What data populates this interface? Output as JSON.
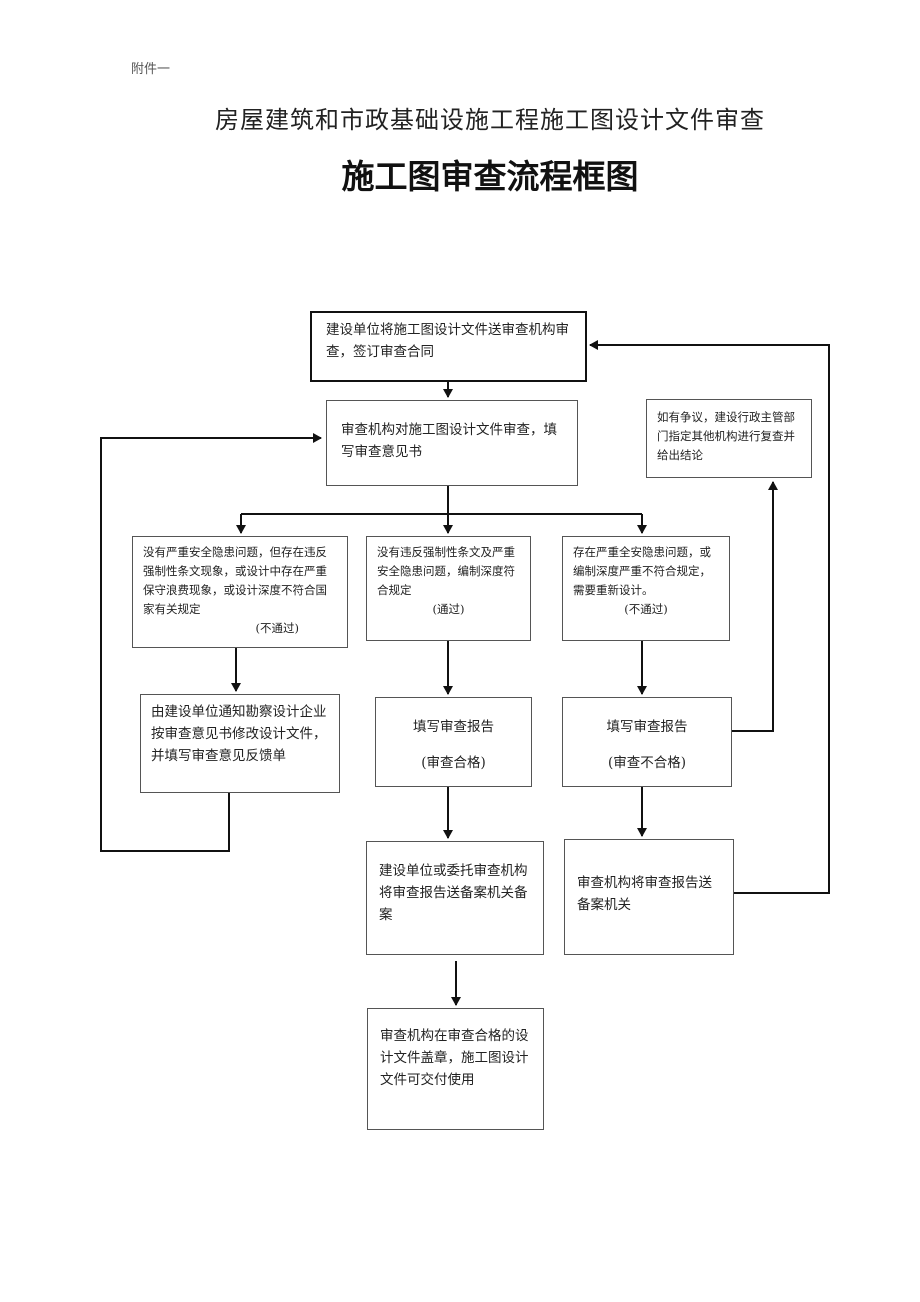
{
  "annex_label": "附件一",
  "title_line1": "房屋建筑和市政基础设施工程施工图设计文件审查",
  "title_line2": "施工图审查流程框图",
  "boxes": {
    "submit": "建设单位将施工图设计文件送审查机构审查，签订审查合同",
    "review": "审查机构对施工图设计文件审查，填写审查意见书",
    "dispute": "如有争议，建设行政主管部门指定其他机构进行复查并给出结论",
    "case_left": {
      "text": "没有严重安全隐患问题，但存在违反强制性条文现象，或设计中存在严重保守浪费现象，或设计深度不符合国家有关规定",
      "status": "(不通过)"
    },
    "case_mid": {
      "text": "没有违反强制性条文及严重安全隐患问题，编制深度符合规定",
      "status": "(通过)"
    },
    "case_right": {
      "text": "存在严重全安隐患问题，或编制深度严重不符合规定，需要重新设计。",
      "status": "(不通过)"
    },
    "revise": "由建设单位通知勘察设计企业按审查意见书修改设计文件，并填写审查意见反馈单",
    "report_pass": {
      "title": "填写审查报告",
      "status": "(审查合格)"
    },
    "report_fail": {
      "title": "填写审查报告",
      "status": "(审查不合格)"
    },
    "file_pass": "建设单位或委托审查机构将审查报告送备案机关备案",
    "file_fail": "审查机构将审查报告送备案机关",
    "final": "审查机构在审查合格的设计文件盖章，施工图设计文件可交付使用"
  }
}
